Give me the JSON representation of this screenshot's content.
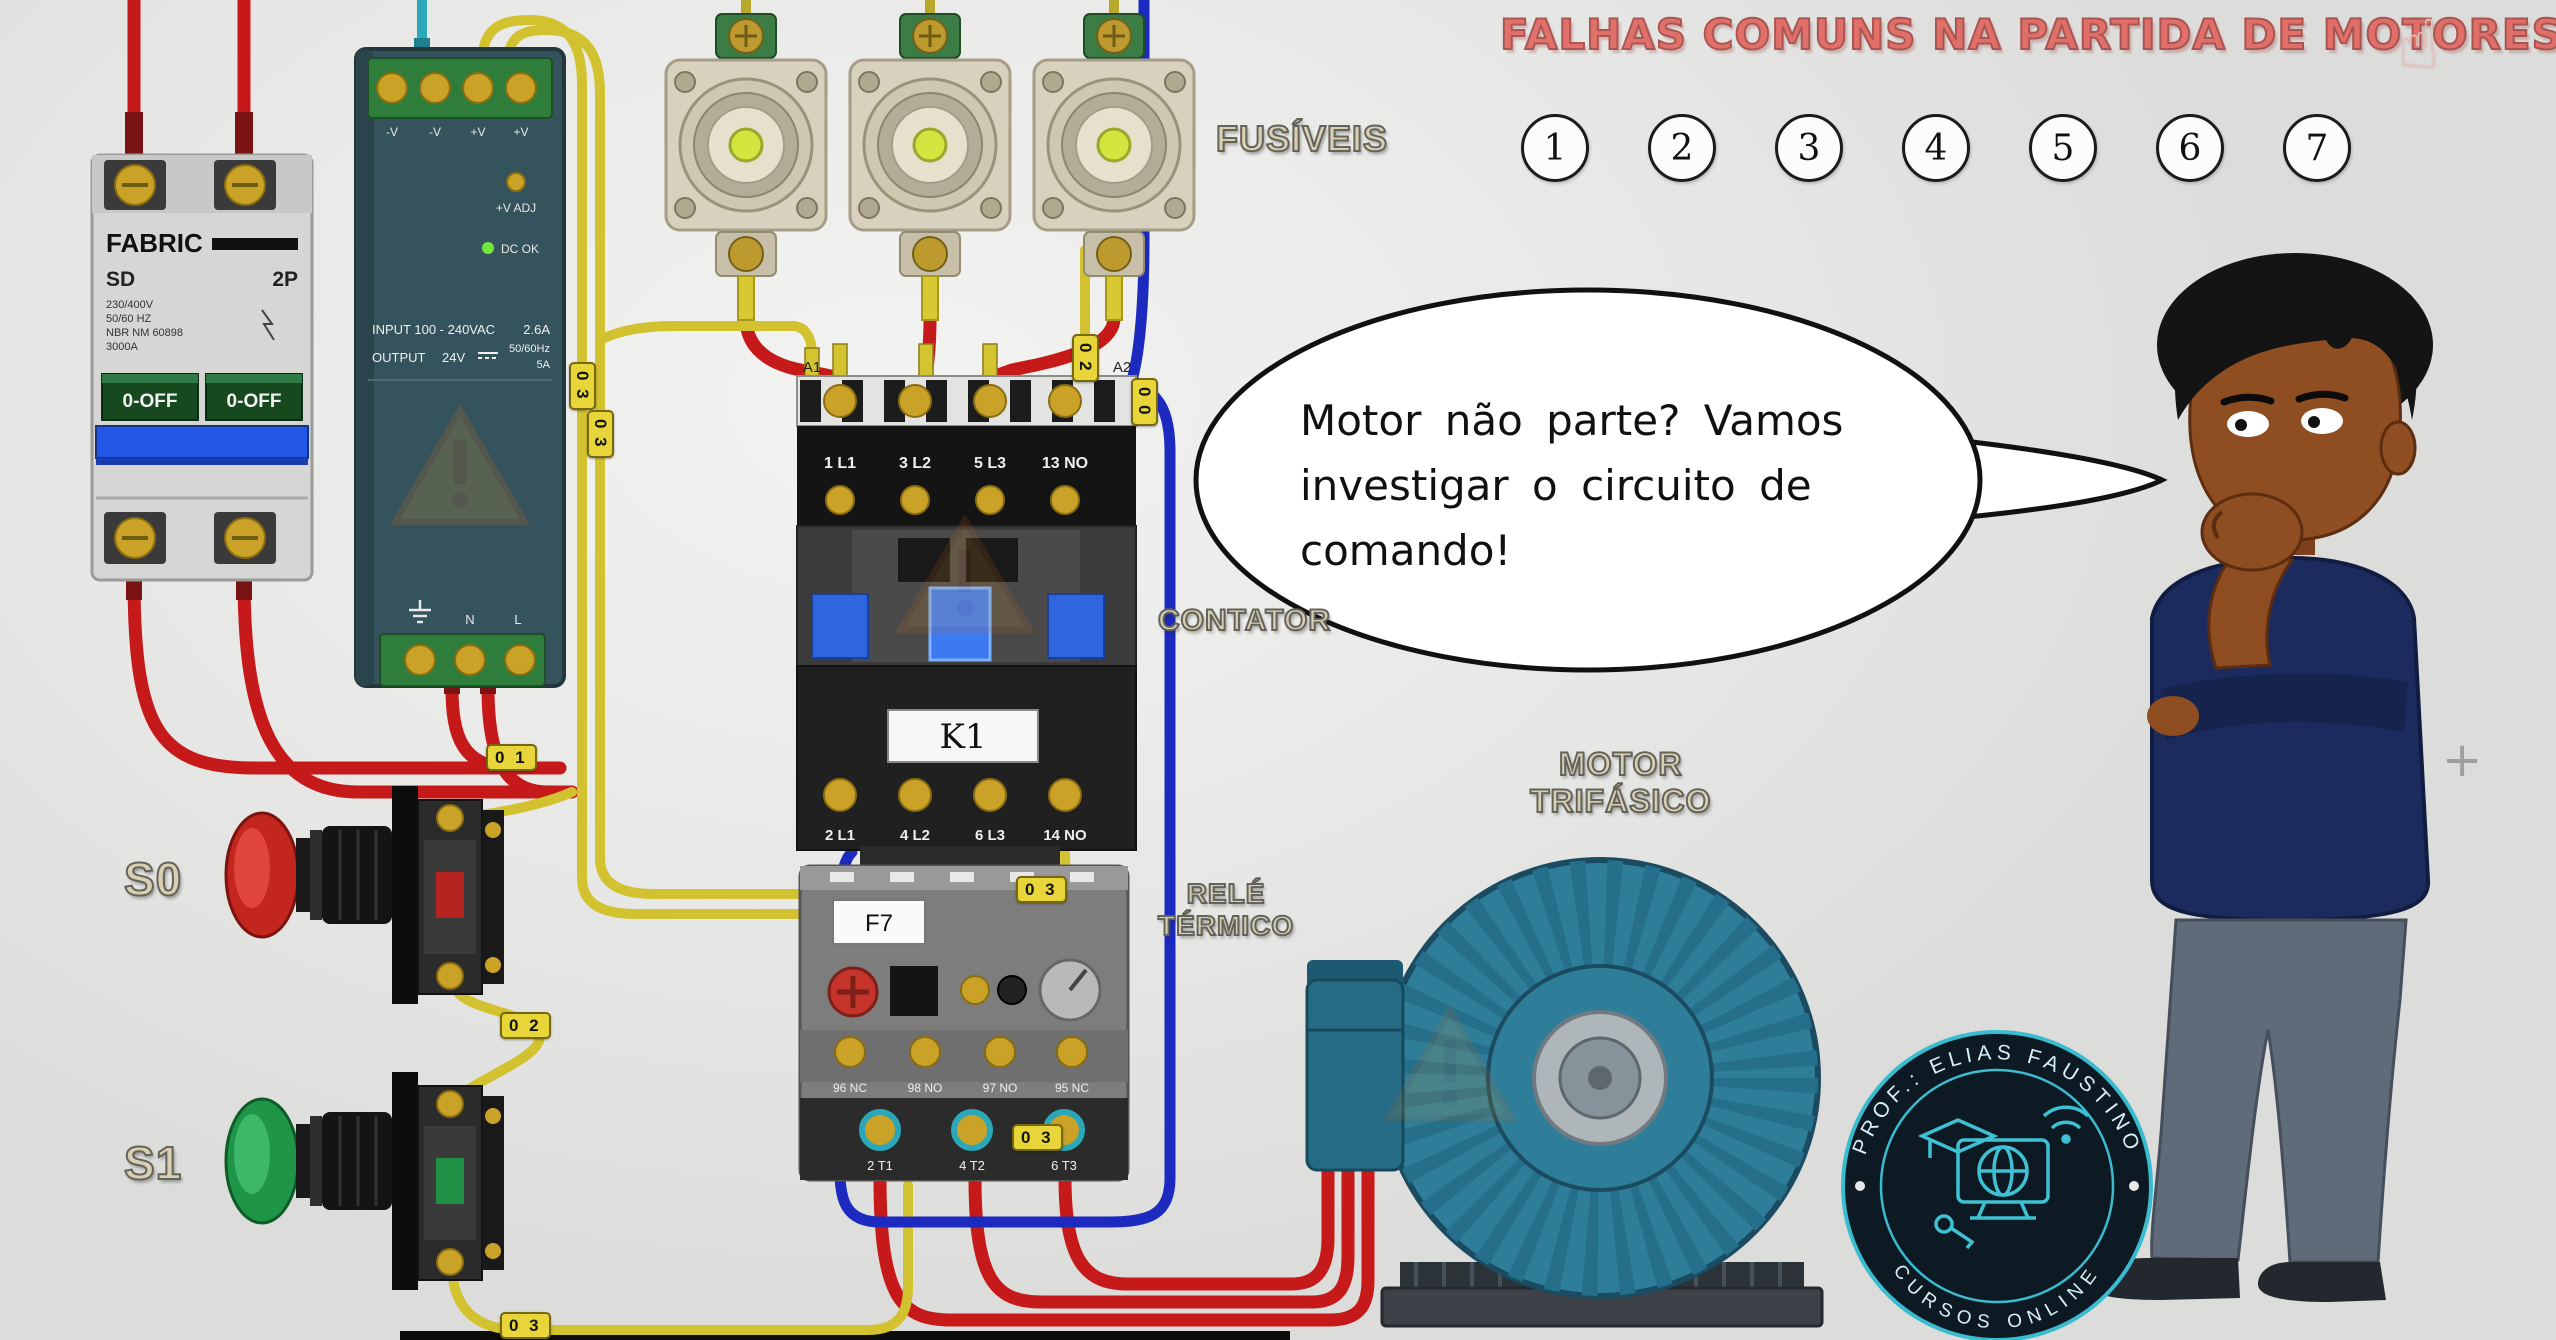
{
  "title": "FALHAS COMUNS NA PARTIDA DE MOTORES",
  "steps": [
    "1",
    "2",
    "3",
    "4",
    "5",
    "6",
    "7"
  ],
  "labels": {
    "fuses": "FUSÍVEIS",
    "contactor": "CONTATOR",
    "relay": "RELÉ\nTÉRMICO",
    "motor": "MOTOR\nTRIFÁSICO",
    "s0": "S0",
    "s1": "S1"
  },
  "speech_text": "Motor não parte? Vamos\ninvestigar o circuito de\ncomando!",
  "breaker": {
    "brand": "FABRIC",
    "model": "SD",
    "poles": "2P",
    "spec1": "230/400V",
    "spec2": "50/60 HZ",
    "spec3": "NBR NM 60898",
    "spec4": "3000A",
    "switch_left": "0-OFF",
    "switch_right": "0-OFF"
  },
  "psu": {
    "t1": "-V",
    "t2": "-V",
    "t3": "+V",
    "t4": "+V",
    "adj": "+V ADJ",
    "dcok": "DC OK",
    "input": "INPUT 100 - 240VAC",
    "input_a": "2.6A",
    "output": "OUTPUT",
    "volts": "24V",
    "freq": "50/60Hz",
    "out_a": "5A",
    "n": "N",
    "l": "L"
  },
  "contactor": {
    "name": "K1",
    "a1": "A1",
    "a2": "A2",
    "top": [
      "1 L1",
      "3 L2",
      "5 L3",
      "13 NO"
    ],
    "bottom": [
      "2 L1",
      "4 L2",
      "6 L3",
      "14 NO"
    ]
  },
  "relay": {
    "name": "F7",
    "aux": [
      "96 NC",
      "98 NO",
      "97 NO",
      "95 NC"
    ],
    "power": [
      "2 T1",
      "4 T2",
      "6 T3"
    ]
  },
  "tags": {
    "t01": "0 1",
    "t02": "0 2",
    "t03": "0 3",
    "t00": "0 0"
  },
  "logo": {
    "top": "PROF.: ELIAS FAUSTINO",
    "bottom": "CURSOS ONLINE"
  },
  "icons": {
    "hand_cursor": "☝",
    "plus_cursor": "+"
  }
}
